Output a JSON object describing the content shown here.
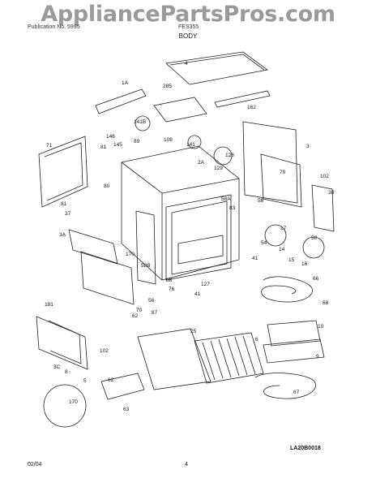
{
  "watermark": "AppliancePartsPros.com",
  "header": {
    "left": "Publication No. 5995",
    "right": "FES355",
    "section": "BODY"
  },
  "labels": [
    "1A",
    "4",
    "285",
    "162",
    "141B",
    "89",
    "146",
    "145",
    "108",
    "141",
    "71",
    "81",
    "128",
    "3",
    "2A",
    "70",
    "129",
    "102",
    "38",
    "80",
    "58A",
    "58",
    "81",
    "37",
    "83",
    "17",
    "3A",
    "54",
    "50",
    "14",
    "15",
    "16",
    "170",
    "58B",
    "41",
    "127",
    "66",
    "88",
    "76",
    "56",
    "70",
    "41",
    "68",
    "181",
    "62",
    "87",
    "25",
    "10",
    "6",
    "102",
    "9",
    "3C",
    "62",
    "5",
    "8",
    "170",
    "63",
    "67"
  ],
  "diagram_code": "LA20B0018",
  "footer": {
    "date": "02/04",
    "page": "4"
  }
}
